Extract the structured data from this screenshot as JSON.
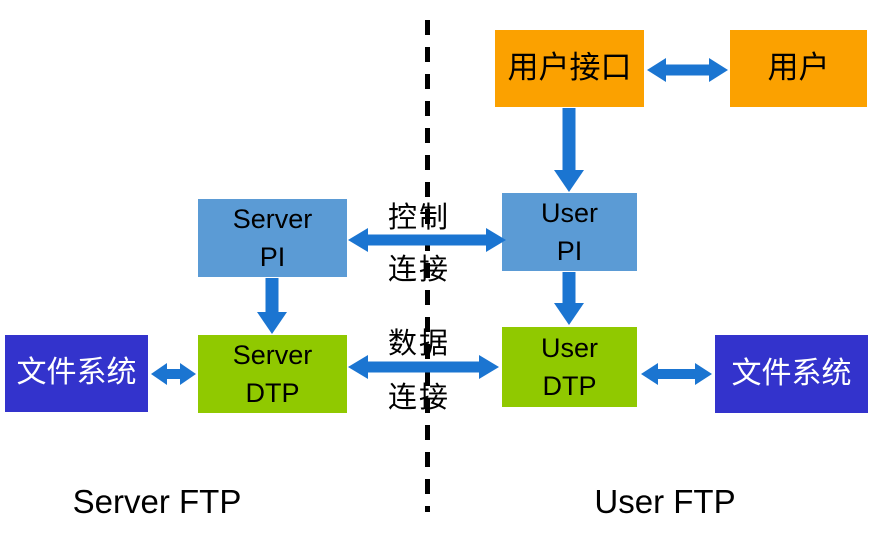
{
  "diagram": {
    "title": "FTP model diagram",
    "colors": {
      "orange_box": "#FBA100",
      "blue_box": "#5B9BD5",
      "green_box": "#90C900",
      "indigo_box": "#3333CC",
      "arrow": "#1B75D1",
      "divider": "#000000",
      "text_dark": "#000000",
      "text_light": "#FFFFFF"
    },
    "nodes": {
      "user_interface": {
        "label": "用户接口"
      },
      "user": {
        "label": "用户"
      },
      "server_pi": {
        "line1": "Server",
        "line2": "PI"
      },
      "user_pi": {
        "line1": "User",
        "line2": "PI"
      },
      "server_dtp": {
        "line1": "Server",
        "line2": "DTP"
      },
      "user_dtp": {
        "line1": "User",
        "line2": "DTP"
      },
      "file_system_left": {
        "label": "文件系统"
      },
      "file_system_right": {
        "label": "文件系统"
      }
    },
    "connections": {
      "control": {
        "line1": "控制",
        "line2": "连接"
      },
      "data": {
        "line1": "数据",
        "line2": "连接"
      }
    },
    "sections": {
      "server_ftp": "Server FTP",
      "user_ftp": "User FTP"
    }
  }
}
